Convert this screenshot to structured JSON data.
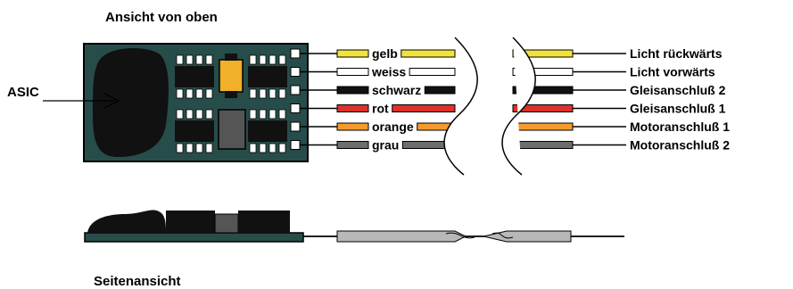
{
  "title_top": "Ansicht von oben",
  "title_side": "Seitenansicht",
  "asic_label": "ASIC",
  "wires": [
    {
      "name": "gelb",
      "color": "#f2e33c",
      "function": "Licht rückwärts"
    },
    {
      "name": "weiss",
      "color": "#ffffff",
      "function": "Licht vorwärts"
    },
    {
      "name": "schwarz",
      "color": "#111111",
      "function": "Gleisanschluß 2"
    },
    {
      "name": "rot",
      "color": "#e0302a",
      "function": "Gleisanschluß 1"
    },
    {
      "name": "orange",
      "color": "#f59a2c",
      "function": "Motoranschluß 1"
    },
    {
      "name": "grau",
      "color": "#6d6d6d",
      "function": "Motoranschluß 2"
    }
  ],
  "colors": {
    "pcb": "#274d4a",
    "chip": "#111111",
    "pad": "#ffffff",
    "cable_jacket": "#b8b8b8",
    "capacitor": "#f0b02a"
  }
}
